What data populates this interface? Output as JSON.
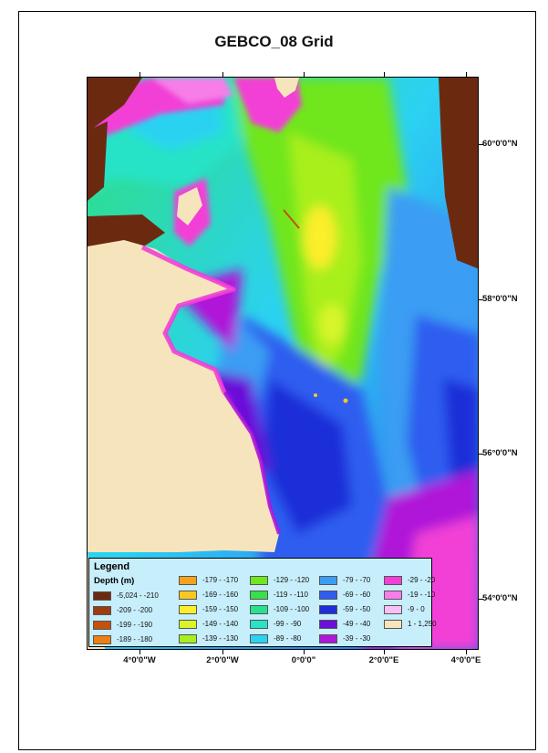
{
  "title": "GEBCO_08 Grid",
  "lat_labels": [
    "60°0'0\"N",
    "58°0'0\"N",
    "56°0'0\"N",
    "54°0'0\"N"
  ],
  "lon_labels": [
    "4°0'0\"W",
    "2°0'0\"W",
    "0°0'0\"",
    "2°0'0\"E",
    "4°0'0\"E"
  ],
  "legend": {
    "title": "Legend",
    "subtitle": "Depth (m)",
    "columns": [
      [
        {
          "label": "-5,024 - -210",
          "color": "#6b2a10"
        },
        {
          "label": "-209 - -200",
          "color": "#9b3d0e"
        },
        {
          "label": "-199 - -190",
          "color": "#c4520c"
        },
        {
          "label": "-189 - -180",
          "color": "#f07f12"
        }
      ],
      [
        {
          "label": "-179 - -170",
          "color": "#f5a21c"
        },
        {
          "label": "-169 - -160",
          "color": "#f8c820"
        },
        {
          "label": "-159 - -150",
          "color": "#fbee2a"
        },
        {
          "label": "-149 - -140",
          "color": "#d9f52a"
        },
        {
          "label": "-139 - -130",
          "color": "#a8ef1e"
        }
      ],
      [
        {
          "label": "-129 - -120",
          "color": "#6fe61f"
        },
        {
          "label": "-119 - -110",
          "color": "#38e04a"
        },
        {
          "label": "-109 - -100",
          "color": "#29df90"
        },
        {
          "label": "-99 - -90",
          "color": "#28e3c7"
        },
        {
          "label": "-89 - -80",
          "color": "#2bd2f2"
        }
      ],
      [
        {
          "label": "-79 - -70",
          "color": "#3a9df3"
        },
        {
          "label": "-69 - -60",
          "color": "#2f5df0"
        },
        {
          "label": "-59 - -50",
          "color": "#1e2ed8"
        },
        {
          "label": "-49 - -40",
          "color": "#6a10d8"
        },
        {
          "label": "-39 - -30",
          "color": "#b016d8"
        }
      ],
      [
        {
          "label": "-29 - -20",
          "color": "#f23fd6"
        },
        {
          "label": "-19 - -10",
          "color": "#f77ee8"
        },
        {
          "label": "-9 - 0",
          "color": "#f8c0f3"
        },
        {
          "label": "1 - 1,250",
          "color": "#f6e4bd"
        }
      ]
    ]
  }
}
